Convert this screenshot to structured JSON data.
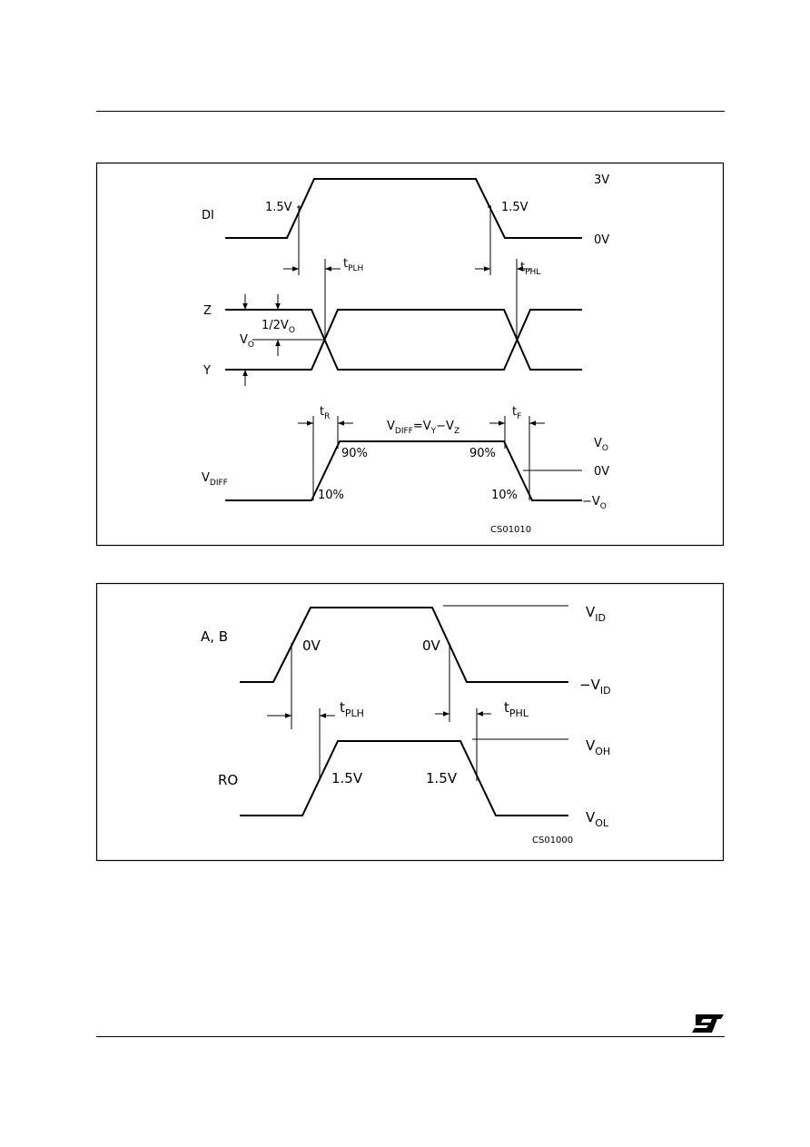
{
  "figure1": {
    "labels": {
      "di": "DI",
      "di_mid": "1.5V",
      "di_mid_fall": "1.5V",
      "high": "3V",
      "low": "0V",
      "tplh": "t",
      "tplh_sub": "PLH",
      "tphl": "t",
      "tphl_sub": "PHL",
      "z": "Z",
      "y": "Y",
      "half_vo": "1/2V",
      "half_vo_sub": "O",
      "vo": "V",
      "vo_sub": "O",
      "tr": "t",
      "tr_sub": "R",
      "tf": "t",
      "tf_sub": "F",
      "vdiff_eq_v1": "V",
      "vdiff_eq_v1_sub": "DIFF",
      "vdiff_eq_mid": "=V",
      "vdiff_eq_mid_sub": "Y",
      "vdiff_eq_end": "−V",
      "vdiff_eq_end_sub": "Z",
      "vdiff": "V",
      "vdiff_sub": "DIFF",
      "p90_left": "90%",
      "p90_right": "90%",
      "p10_left": "10%",
      "p10_right": "10%",
      "vo_right": "V",
      "vo_right_sub": "O",
      "zero_v": "0V",
      "neg_vo": "−V",
      "neg_vo_sub": "O",
      "code": "CS01010"
    }
  },
  "figure2": {
    "labels": {
      "ab": "A,  B",
      "zero_left": "0V",
      "zero_right": "0V",
      "vid": "V",
      "vid_sub": "ID",
      "neg_vid": "−V",
      "neg_vid_sub": "ID",
      "tplh": "t",
      "tplh_sub": "PLH",
      "tphl": "t",
      "tphl_sub": "PHL",
      "ro": "RO",
      "mid_left": "1.5V",
      "mid_right": "1.5V",
      "voh": "V",
      "voh_sub": "OH",
      "vol": "V",
      "vol_sub": "OL",
      "code": "CS01000"
    }
  },
  "footer": {
    "logo_text": "ST",
    "logo_icon": "st-logo-icon"
  }
}
